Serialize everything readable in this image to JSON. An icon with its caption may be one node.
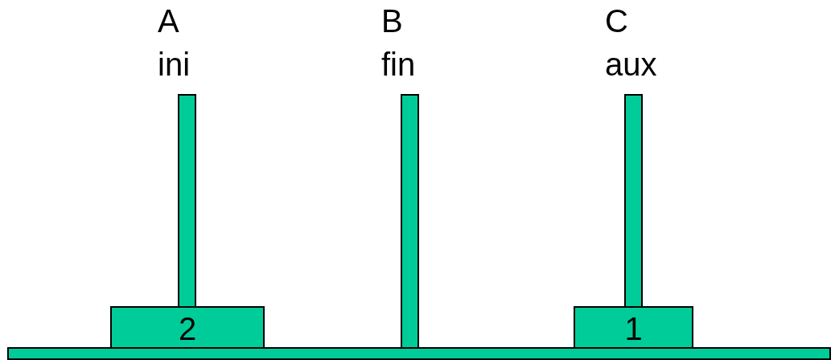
{
  "diagram": {
    "nodes": [
      {
        "text": [
          "2"
        ]
      },
      {
        "text": [
          "1"
        ]
      }
    ],
    "labels": [
      "A",
      "ini",
      "B",
      "fin",
      "C",
      "aux"
    ]
  }
}
